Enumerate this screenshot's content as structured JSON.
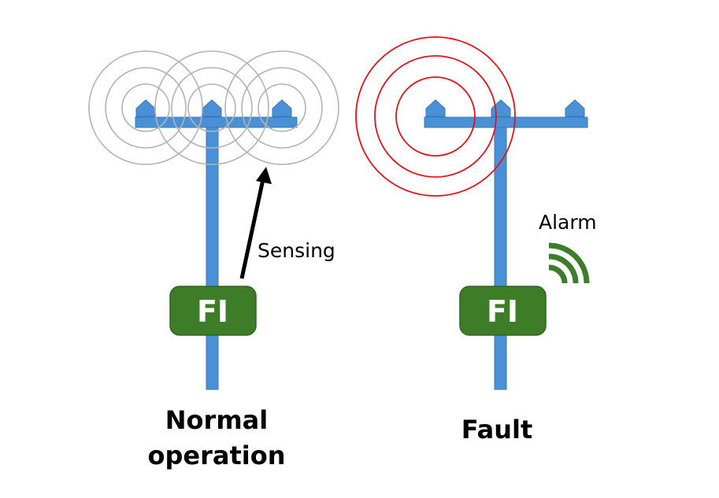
{
  "colors": {
    "pole": "#4a90d6",
    "pole_stroke": "#3a78b8",
    "indicator": "#3d7d27",
    "indicator_stroke": "#2f6520",
    "normal_waves": "#b3b3b3",
    "fault_waves": "#e0141b",
    "alarm_signal": "#3d7d27",
    "arrow": "#000000"
  },
  "icons": {
    "fault_indicator": "fault-indicator-box",
    "alarm": "wireless-signal-icon",
    "sensing": "arrow-icon"
  },
  "panels": {
    "normal": {
      "indicator_label": "FI",
      "sensing_label": "Sensing",
      "caption_line1": "Normal",
      "caption_line2": "operation"
    },
    "fault": {
      "indicator_label": "FI",
      "alarm_label": "Alarm",
      "caption": "Fault"
    }
  }
}
